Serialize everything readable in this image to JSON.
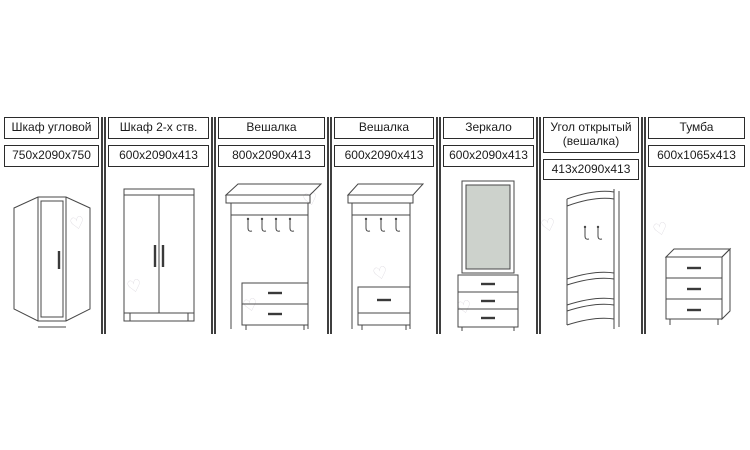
{
  "icons": {
    "heart_watermark": "♡"
  },
  "colors": {
    "line": "#474747",
    "box_border": "#2b2b2b",
    "separator": "#3f3f3f",
    "mirror_fill": "#cdd2cc",
    "heart": "#dfdce2",
    "background": "#ffffff"
  },
  "products": [
    {
      "title": "Шкаф угловой",
      "dimensions": "750х2090х750"
    },
    {
      "title": "Шкаф 2-х ств.",
      "dimensions": "600х2090х413"
    },
    {
      "title": "Вешалка",
      "dimensions": "800х2090х413"
    },
    {
      "title": "Вешалка",
      "dimensions": "600х2090х413"
    },
    {
      "title": "Зеркало",
      "dimensions": "600х2090х413"
    },
    {
      "title": "Угол открытый (вешалка)",
      "dimensions": "413х2090х413"
    },
    {
      "title": "Тумба",
      "dimensions": "600х1065х413"
    }
  ]
}
